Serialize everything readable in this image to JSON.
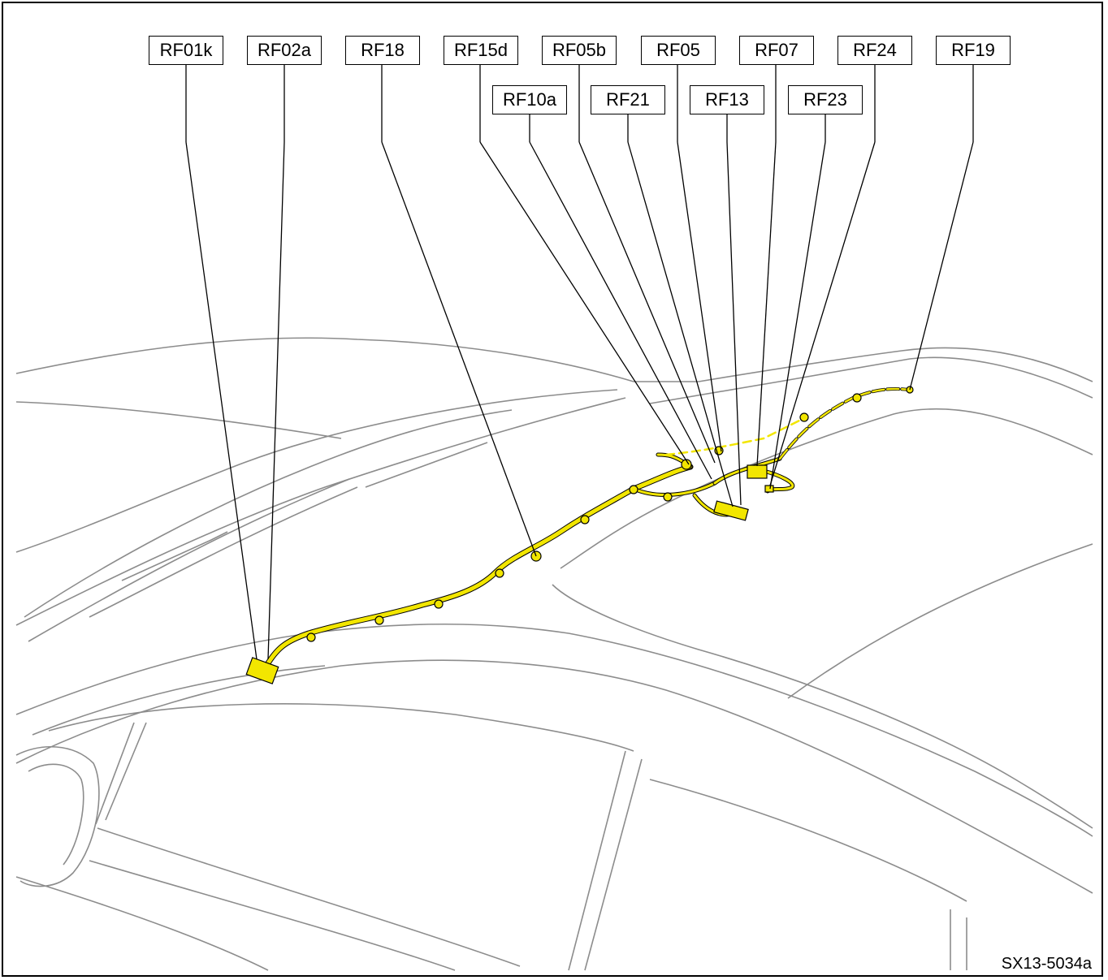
{
  "figure_id": "SX13-5034a",
  "callouts": {
    "rf01k": "RF01k",
    "rf02a": "RF02a",
    "rf18": "RF18",
    "rf15d": "RF15d",
    "rf05b": "RF05b",
    "rf05": "RF05",
    "rf07": "RF07",
    "rf24": "RF24",
    "rf19": "RF19",
    "rf10a": "RF10a",
    "rf21": "RF21",
    "rf13": "RF13",
    "rf23": "RF23"
  },
  "colors": {
    "harness": "#f2e600",
    "outline": "#8a8a8a",
    "leader": "#000000"
  }
}
